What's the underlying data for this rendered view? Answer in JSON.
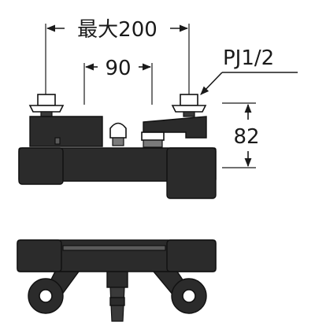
{
  "dimensions": {
    "max_width_label": "最大200",
    "center_distance_label": "90",
    "thread_label": "PJ1/2",
    "height_label": "82"
  },
  "colors": {
    "body": "#2b2b2b",
    "line": "#1a1a1a",
    "background": "#ffffff"
  }
}
